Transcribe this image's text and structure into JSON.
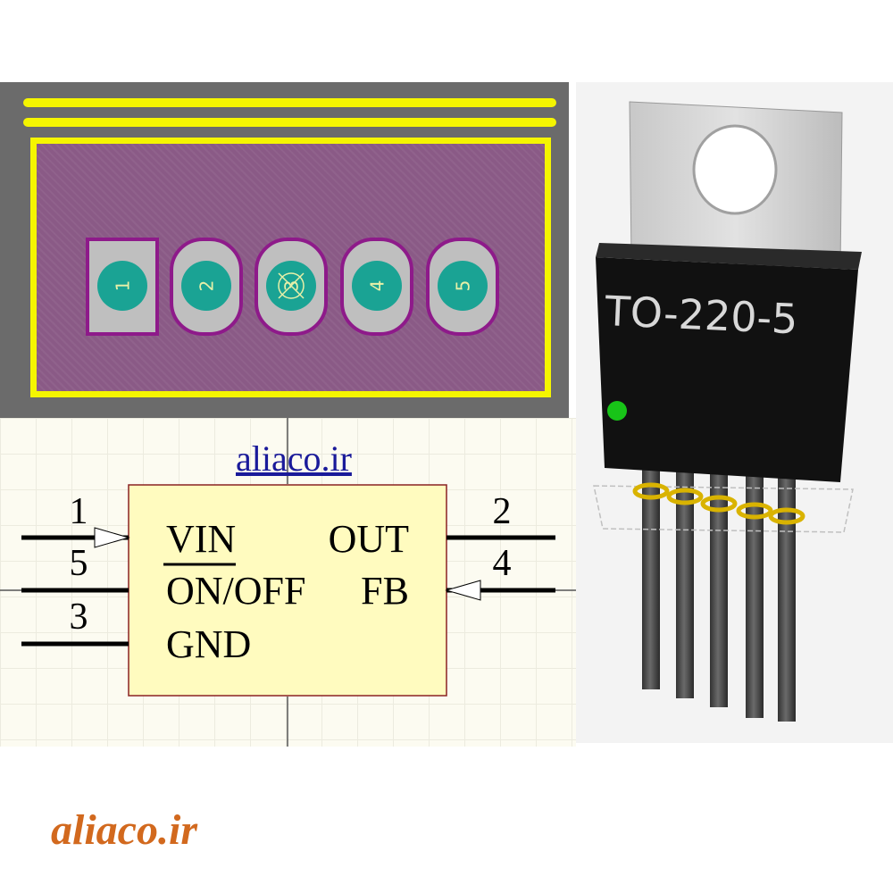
{
  "footprint": {
    "pads": [
      {
        "label": "1",
        "shape": "square"
      },
      {
        "label": "2",
        "shape": "oblong"
      },
      {
        "label": "3",
        "shape": "oblong"
      },
      {
        "label": "4",
        "shape": "oblong"
      },
      {
        "label": "5",
        "shape": "oblong"
      }
    ]
  },
  "schematic": {
    "left_pins": [
      {
        "number": "1",
        "name": "VIN"
      },
      {
        "number": "5",
        "name": "ON/OFF"
      },
      {
        "number": "3",
        "name": "GND"
      }
    ],
    "right_pins": [
      {
        "number": "2",
        "name": "OUT"
      },
      {
        "number": "4",
        "name": "FB"
      }
    ]
  },
  "package": {
    "label": "TO-220-5"
  },
  "watermark": {
    "link_text": "aliaco.ir",
    "footer_text": "aliaco.ir"
  },
  "colors": {
    "silkscreen": "#f5f500",
    "pad_copper": "#1aa394",
    "body_fill": "#fffbbf",
    "footer_text": "#d2691e"
  }
}
